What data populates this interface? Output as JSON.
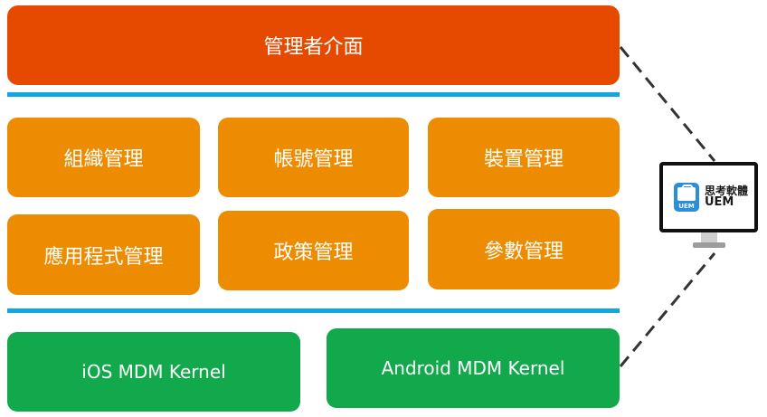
{
  "admin_layer": {
    "label": "管理者介面",
    "color": "#e64a00"
  },
  "modules": [
    {
      "label": "組織管理"
    },
    {
      "label": "帳號管理"
    },
    {
      "label": "裝置管理"
    },
    {
      "label": "應用程式管理"
    },
    {
      "label": "政策管理"
    },
    {
      "label": "參數管理"
    }
  ],
  "kernels": [
    {
      "label": "iOS MDM Kernel"
    },
    {
      "label": "Android MDM Kernel"
    }
  ],
  "client": {
    "brand_name": "思考軟體",
    "brand_sub": "UEM",
    "icon_tag": "UEM",
    "icon": "briefcase-icon",
    "icon_color": "#2a8fd8"
  },
  "colors": {
    "admin": "#e64a00",
    "module": "#ed8c00",
    "kernel": "#12a94c",
    "divider": "#12a6e0",
    "connector": "#333333"
  }
}
